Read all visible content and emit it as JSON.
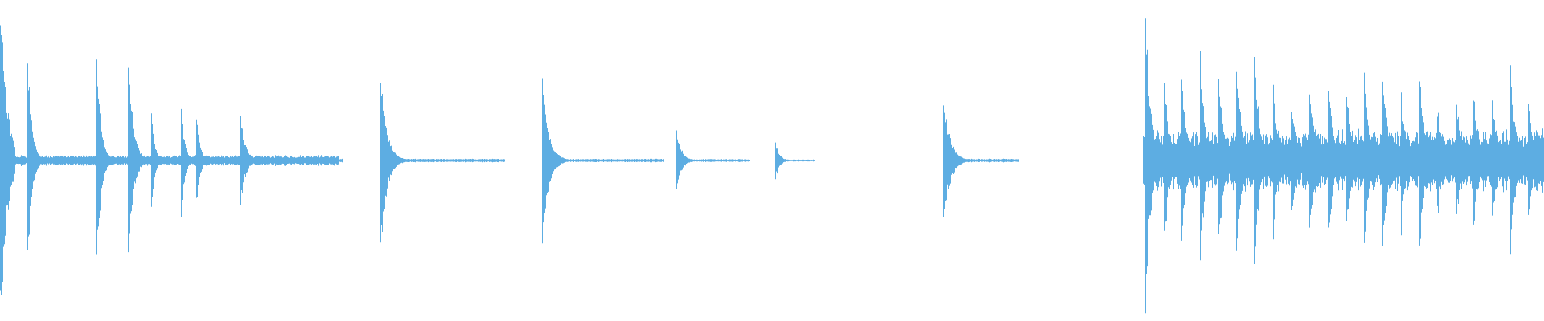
{
  "waveform": {
    "color": "#5dade2",
    "background": "#ffffff",
    "amplitude_scale": 1.0,
    "segments": [
      {
        "start": 0.0,
        "end": 0.01,
        "peak": 0.95,
        "decay": 0.004,
        "floor": 0.1
      },
      {
        "start": 0.01,
        "end": 0.22,
        "peak": 0.0,
        "decay": 0.01,
        "floor": 0.03
      },
      {
        "start": 0.017,
        "peak": 0.78,
        "decay": 0.0025
      },
      {
        "start": 0.062,
        "peak": 0.76,
        "decay": 0.0025
      },
      {
        "start": 0.083,
        "peak": 0.64,
        "decay": 0.003
      },
      {
        "start": 0.098,
        "peak": 0.28,
        "decay": 0.002
      },
      {
        "start": 0.117,
        "peak": 0.34,
        "decay": 0.002
      },
      {
        "start": 0.127,
        "peak": 0.3,
        "decay": 0.002
      },
      {
        "start": 0.155,
        "peak": 0.3,
        "decay": 0.003
      },
      {
        "start": 0.155,
        "end": 0.222,
        "peak": 0.0,
        "decay": 0.02,
        "floor": 0.01
      },
      {
        "start": 0.246,
        "peak": 0.55,
        "decay": 0.004
      },
      {
        "start": 0.246,
        "end": 0.327,
        "peak": 0.0,
        "decay": 0.02,
        "floor": 0.01
      },
      {
        "start": 0.351,
        "peak": 0.45,
        "decay": 0.004
      },
      {
        "start": 0.351,
        "end": 0.43,
        "peak": 0.0,
        "decay": 0.02,
        "floor": 0.01
      },
      {
        "start": 0.438,
        "peak": 0.18,
        "decay": 0.003
      },
      {
        "start": 0.438,
        "end": 0.486,
        "peak": 0.0,
        "decay": 0.02,
        "floor": 0.008
      },
      {
        "start": 0.502,
        "peak": 0.1,
        "decay": 0.0025
      },
      {
        "start": 0.502,
        "end": 0.528,
        "peak": 0.0,
        "decay": 0.02,
        "floor": 0.006
      },
      {
        "start": 0.611,
        "peak": 0.36,
        "decay": 0.004
      },
      {
        "start": 0.611,
        "end": 0.66,
        "peak": 0.0,
        "decay": 0.02,
        "floor": 0.01
      }
    ],
    "dense_region": {
      "start": 0.74,
      "end": 1.0,
      "peaks": [
        0.9,
        0.52,
        0.48,
        0.6,
        0.48,
        0.62,
        0.58,
        0.42,
        0.38,
        0.46,
        0.48,
        0.4,
        0.58,
        0.54,
        0.38,
        0.62,
        0.32,
        0.42,
        0.4,
        0.38,
        0.52,
        0.34
      ],
      "base": 0.18
    }
  }
}
